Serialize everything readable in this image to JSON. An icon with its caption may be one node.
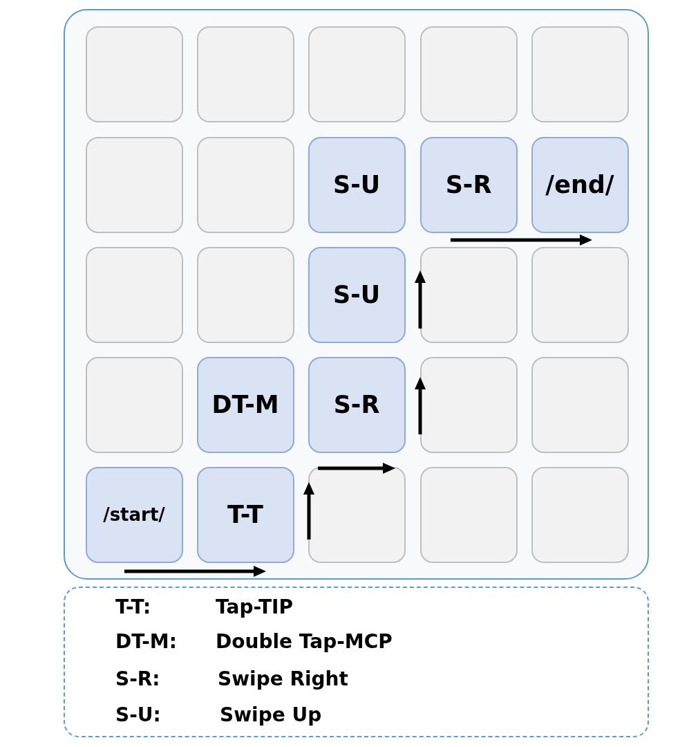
{
  "diagram": {
    "nodes": [
      {
        "text": [],
        "shape": "box"
      },
      {
        "text": [],
        "shape": "box",
        "in": 0
      },
      {
        "text": [],
        "shape": "box",
        "in": 0
      },
      {
        "text": [],
        "shape": "box",
        "in": 0
      },
      {
        "text": [],
        "shape": "box",
        "in": 0
      },
      {
        "text": [],
        "shape": "box",
        "in": 0
      },
      {
        "text": [],
        "shape": "box",
        "in": 0
      },
      {
        "text": [],
        "shape": "box",
        "in": 0
      },
      {
        "text": [
          "S-U"
        ],
        "in": 0
      },
      {
        "text": [
          "S-R"
        ],
        "in": 0
      },
      {
        "text": [
          "/end/"
        ],
        "in": 0
      },
      {
        "text": [],
        "shape": "box",
        "in": 0
      },
      {
        "text": [],
        "shape": "box",
        "in": 0
      },
      {
        "text": [
          "S-U"
        ],
        "in": 0
      },
      {
        "text": [],
        "shape": "box",
        "in": 0
      },
      {
        "text": [],
        "shape": "box",
        "in": 0
      },
      {
        "text": [],
        "shape": "box",
        "in": 0
      },
      {
        "text": [
          "DT-M"
        ],
        "in": 0
      },
      {
        "text": [
          "S-R"
        ],
        "in": 0
      },
      {
        "text": [],
        "shape": "box",
        "in": 0
      },
      {
        "text": [],
        "shape": "box",
        "in": 0
      },
      {
        "text": [
          "/start/"
        ],
        "in": 0
      },
      {
        "text": [
          "T-T"
        ],
        "in": 0
      },
      {
        "text": [],
        "shape": "box",
        "in": 0
      },
      {
        "text": [],
        "shape": "box",
        "in": 0
      },
      {
        "text": [],
        "shape": "box",
        "in": 0
      },
      {
        "text": [
          "T-T:",
          "Tap-TIP",
          "DT-M:",
          "Double Tap-MCP",
          "S-R:",
          "Swipe Right",
          "S-U:",
          "Swipe Up"
        ]
      }
    ]
  }
}
